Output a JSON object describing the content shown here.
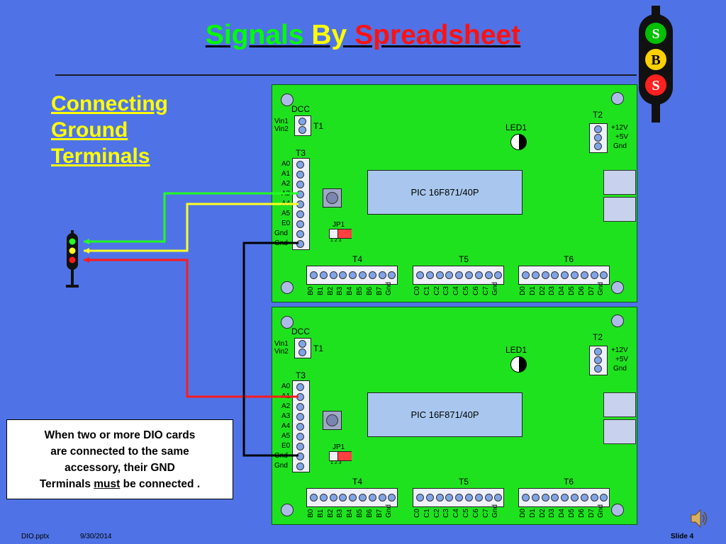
{
  "title": {
    "part1": "Signals ",
    "part2": "By",
    "part3": " Spreadsheet",
    "colors": {
      "part1": "#00ff00",
      "part2": "#ffff00",
      "part3": "#ff1111"
    }
  },
  "subtitle": [
    "Connecting",
    "Ground",
    "Terminals"
  ],
  "logo": {
    "letters": [
      "S",
      "B",
      "S"
    ],
    "colors": [
      "#00c000",
      "#ffd000",
      "#ff2020"
    ]
  },
  "board": {
    "dcc": "DCC",
    "vin": [
      "Vin1",
      "Vin2"
    ],
    "t1": "T1",
    "t2": "T2",
    "t2_pins": [
      "+12V",
      "+5V",
      "Gnd"
    ],
    "led": "LED1",
    "t3": "T3",
    "t3_pins": [
      "A0",
      "A1",
      "A2",
      "A3",
      "A4",
      "A5",
      "E0",
      "Gnd",
      "Gnd"
    ],
    "pic": "PIC 16F871/40P",
    "jp": "JP1",
    "jp_pins": "1 2 3",
    "t4": "T4",
    "t5": "T5",
    "t6": "T6",
    "t4_pins": [
      "B0",
      "B1",
      "B2",
      "B3",
      "B4",
      "B5",
      "B6",
      "B7",
      "Gnd"
    ],
    "t5_pins": [
      "C0",
      "C1",
      "C2",
      "C3",
      "C4",
      "C5",
      "C6",
      "C7",
      "Gnd"
    ],
    "t6_pins": [
      "D0",
      "D1",
      "D2",
      "D3",
      "D4",
      "D5",
      "D6",
      "D7",
      "Gnd"
    ]
  },
  "wire_colors": {
    "green": "#22ff22",
    "yellow": "#ffff22",
    "red": "#ff1a1a",
    "black": "#000000"
  },
  "note": {
    "line1": "When two or more DIO cards",
    "line2": "are connected to the same",
    "line3": "accessory, their GND",
    "line4a": "Terminals ",
    "line4b": "must",
    "line4c": " be connected ."
  },
  "footer": {
    "file": "DIO.pptx",
    "date": "9/30/2014",
    "slide": "Slide 4"
  },
  "speaker_icon": "speaker-icon"
}
